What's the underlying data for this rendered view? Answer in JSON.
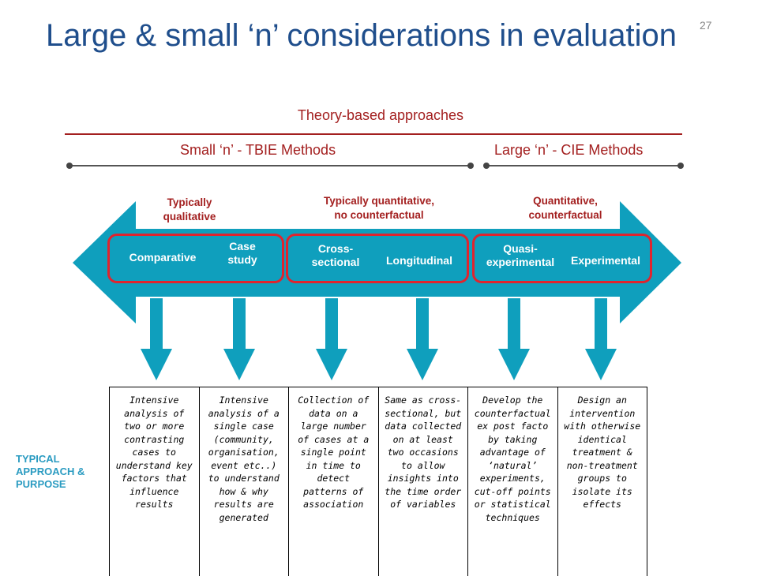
{
  "slide": {
    "title": "Large & small ‘n’ considerations in evaluation",
    "page_number": "27"
  },
  "scale": {
    "theory_label": "Theory-based approaches",
    "small_n_label": "Small ‘n’ - TBIE Methods",
    "large_n_label": "Large ‘n’ - CIE Methods"
  },
  "categories": [
    {
      "label_line1": "Typically",
      "label_line2": "qualitative"
    },
    {
      "label_line1": "Typically quantitative,",
      "label_line2": "no counterfactual"
    },
    {
      "label_line1": "Quantitative,",
      "label_line2": "counterfactual"
    }
  ],
  "methods": [
    {
      "line1": "Comparative",
      "line2": ""
    },
    {
      "line1": "Case",
      "line2": "study"
    },
    {
      "line1": "Cross-",
      "line2": "sectional"
    },
    {
      "line1": "Longitudinal",
      "line2": ""
    },
    {
      "line1": "Quasi-",
      "line2": "experimental"
    },
    {
      "line1": "Experimental",
      "line2": ""
    }
  ],
  "side_label": {
    "line1": "TYPICAL",
    "line2": "APPROACH &",
    "line3": "PURPOSE"
  },
  "descriptions": [
    "Intensive analysis of two or more contrasting cases to understand key factors that influence results",
    "Intensive analysis of a single case (community, organisation, event etc..) to understand how & why results are generated",
    "Collection of data on a large number of cases at a single point in time to detect patterns of association",
    "Same as cross-sectional, but data collected on at least two occasions to allow insights into the time order of variables",
    "Develop the counterfactual ex post facto by taking advantage of ‘natural’ experiments, cut-off points or statistical techniques",
    "Design an intervention with otherwise identical treatment & non-treatment groups to isolate its effects"
  ],
  "colors": {
    "title": "#1f4e8c",
    "accent_red": "#a31f1f",
    "box_red": "#e0242e",
    "arrow_teal": "#0f9fbd",
    "side_label": "#2a9bc1"
  }
}
